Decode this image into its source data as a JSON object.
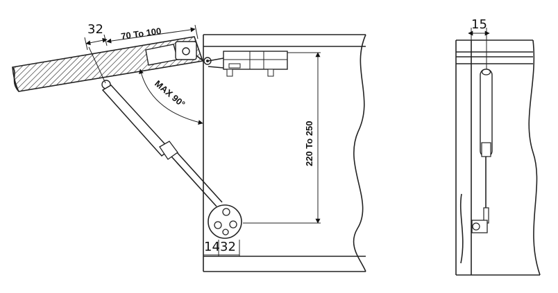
{
  "diagram": {
    "labels": {
      "flap_offset": "32",
      "hinge_range": "70 To 100",
      "max_angle": "MAX 90°",
      "vertical_range": "220 To 250",
      "bottom_offset_1": "14",
      "bottom_offset_2": "32",
      "side_width": "15"
    }
  }
}
